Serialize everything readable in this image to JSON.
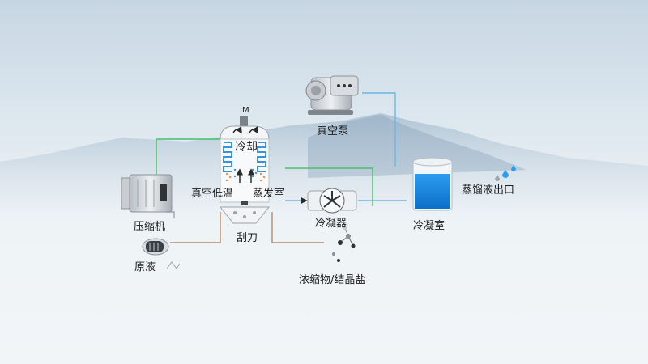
{
  "labels": {
    "motor": "M",
    "cooling": "冷却",
    "vacuum_low_temp": "真空低温",
    "evaporation_chamber": "蒸发室",
    "scraper": "刮刀",
    "compressor": "压缩机",
    "raw_liquid": "原液",
    "vacuum_pump": "真空泵",
    "condenser": "冷凝器",
    "condensing_chamber": "冷凝室",
    "distillate_outlet": "蒸馏液出口",
    "concentrate": "浓缩物/结晶盐"
  },
  "colors": {
    "pipe_green": "#49c06a",
    "pipe_blue": "#6fb6df",
    "pipe_brown": "#b88a6e",
    "coil_blue": "#3a93d8",
    "water": "#1a84dd",
    "arrow_orange": "#ff8a3c"
  }
}
